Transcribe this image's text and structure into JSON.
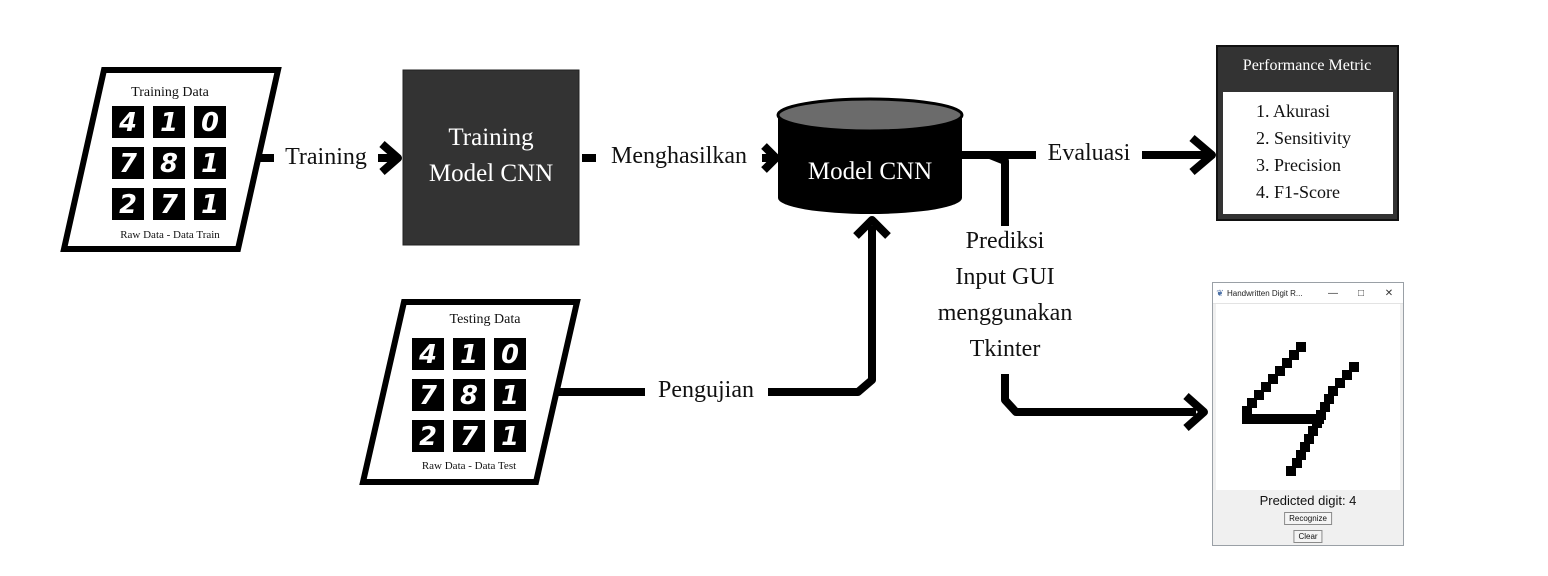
{
  "training_data": {
    "title": "Training Data",
    "caption": "Raw Data - Data Train",
    "digits": [
      "4",
      "1",
      "0",
      "7",
      "8",
      "1",
      "2",
      "7",
      "1"
    ]
  },
  "testing_data": {
    "title": "Testing Data",
    "caption": "Raw Data - Data Test",
    "digits": [
      "4",
      "1",
      "0",
      "7",
      "8",
      "1",
      "2",
      "7",
      "1"
    ]
  },
  "training_model": {
    "line1": "Training",
    "line2": "Model CNN"
  },
  "model_cnn": {
    "label": "Model CNN"
  },
  "edges": {
    "training": "Training",
    "menghasilkan": "Menghasilkan",
    "evaluasi": "Evaluasi",
    "pengujian": "Pengujian",
    "prediksi": [
      "Prediksi",
      "Input GUI",
      "menggunakan",
      "Tkinter"
    ]
  },
  "performance_metric": {
    "title": "Performance Metric",
    "items": [
      "1. Akurasi",
      "2. Sensitivity",
      "3. Precision",
      "4. F1-Score"
    ]
  },
  "gui": {
    "window_title": "Handwritten Digit R...",
    "predicted_text": "Predicted digit: 4",
    "recognize_label": "Recognize",
    "clear_label": "Clear"
  },
  "colors": {
    "box_dark": "#333333",
    "cylinder_top": "#6b6b6b",
    "black": "#000000"
  }
}
